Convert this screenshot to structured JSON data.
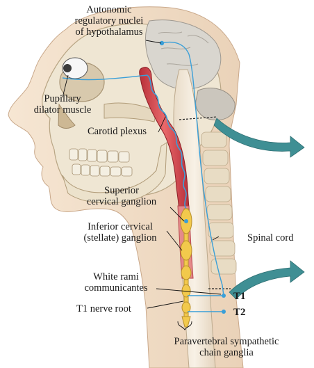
{
  "labels": {
    "hypothalamus_line1": "Autonomic",
    "hypothalamus_line2": "regulatory nuclei",
    "hypothalamus_line3": "of hypothalamus",
    "pupillary_line1": "Pupillary",
    "pupillary_line2": "dilator muscle",
    "carotid_plexus": "Carotid plexus",
    "superior_line1": "Superior",
    "superior_line2": "cervical ganglion",
    "inferior_line1": "Inferior cervical",
    "inferior_line2": "(stellate) ganglion",
    "spinal_cord": "Spinal cord",
    "white_rami_line1": "White rami",
    "white_rami_line2": "communicantes",
    "t1_nerve_root": "T1 nerve root",
    "t1": "T1",
    "t2": "T2",
    "paravertebral_line1": "Paravertebral sympathetic",
    "paravertebral_line2": "chain ganglia"
  },
  "colors": {
    "nerve": "#3a9fd8",
    "artery": "#d9464a",
    "ganglion_chain": "#f2c94c",
    "skin": "#f3ddc6",
    "bone": "#eee4cf",
    "arrow": "#3f8f94"
  }
}
